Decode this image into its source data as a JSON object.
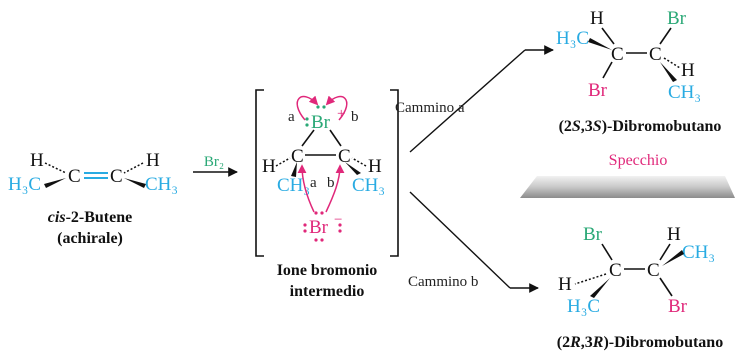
{
  "reactant": {
    "name_italic": "cis",
    "name_rest": "-2-Butene",
    "note": "(achirale)",
    "atoms": {
      "h": "H",
      "c": "C",
      "h3c": "H₃C",
      "ch3": "CH₃"
    }
  },
  "reagent": "Br₂",
  "intermediate": {
    "caption_line1": "Ione bromonio",
    "caption_line2": "intermedio",
    "atoms": {
      "br_plus": "Br",
      "plus": "+",
      "br_minus": "Br",
      "minus": "−",
      "h": "H",
      "c": "C",
      "ch3": "CH₃"
    },
    "path_labels": {
      "a": "a",
      "b": "b"
    }
  },
  "paths": {
    "a": "Cammino a",
    "b": "Cammino b"
  },
  "mirror_label": "Specchio",
  "product_a": {
    "caption_pre": "(2",
    "caption_s1": "S",
    "caption_mid": ",3",
    "caption_s2": "S",
    "caption_post": ")-Dibromobutano",
    "atoms": {
      "h": "H",
      "br": "Br",
      "h3c": "H₃C",
      "c": "C",
      "ch3": "CH₃"
    }
  },
  "product_b": {
    "caption_pre": "(2",
    "caption_s1": "R",
    "caption_mid": ",3",
    "caption_s2": "R",
    "caption_post": ")-Dibromobutano",
    "atoms": {
      "h": "H",
      "br": "Br",
      "h3c": "H₃C",
      "c": "C",
      "ch3": "CH₃"
    }
  },
  "colors": {
    "methyl": "#29abe2",
    "bromine_product": "#2aa876",
    "bromine_ion": "#e0287a"
  }
}
